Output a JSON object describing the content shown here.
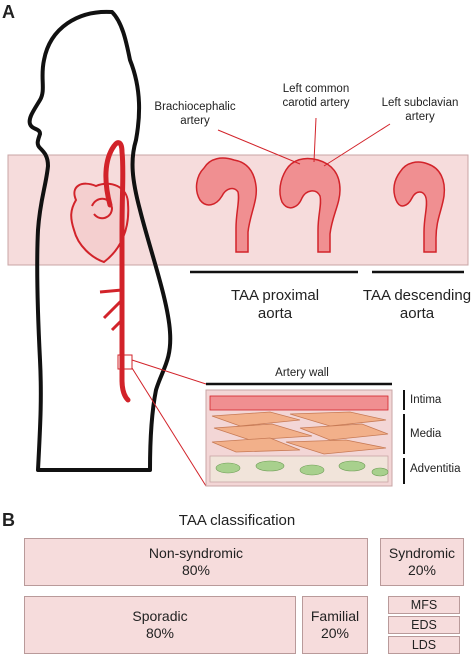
{
  "panel_a": {
    "letter": "A",
    "labels": {
      "brachiocephalic": [
        "Brachiocephalic",
        "artery"
      ],
      "left_common_carotid": [
        "Left common",
        "carotid artery"
      ],
      "left_subclavian": [
        "Left  subclavian",
        "artery"
      ]
    },
    "captions": {
      "proximal": [
        "TAA proximal",
        "aorta"
      ],
      "descending": [
        "TAA descending",
        "aorta"
      ]
    },
    "artery_wall": {
      "title": "Artery wall",
      "layers": [
        "Intima",
        "Media",
        "Adventitia"
      ]
    }
  },
  "panel_b": {
    "letter": "B",
    "title": "TAA classification",
    "non_syndromic": {
      "label": "Non-syndromic",
      "pct": "80%"
    },
    "syndromic": {
      "label": "Syndromic",
      "pct": "20%"
    },
    "sporadic": {
      "label": "Sporadic",
      "pct": "80%"
    },
    "familial": {
      "label": "Familial",
      "pct": "20%"
    },
    "syndromes": [
      "MFS",
      "EDS",
      "LDS"
    ]
  },
  "colors": {
    "band_fill": "#f6dcdc",
    "aorta_red": "#d2232a",
    "aorta_fill": "#f08f91",
    "smooth_muscle": "#f2b08a",
    "adventitia_green": "#a8d08d"
  }
}
